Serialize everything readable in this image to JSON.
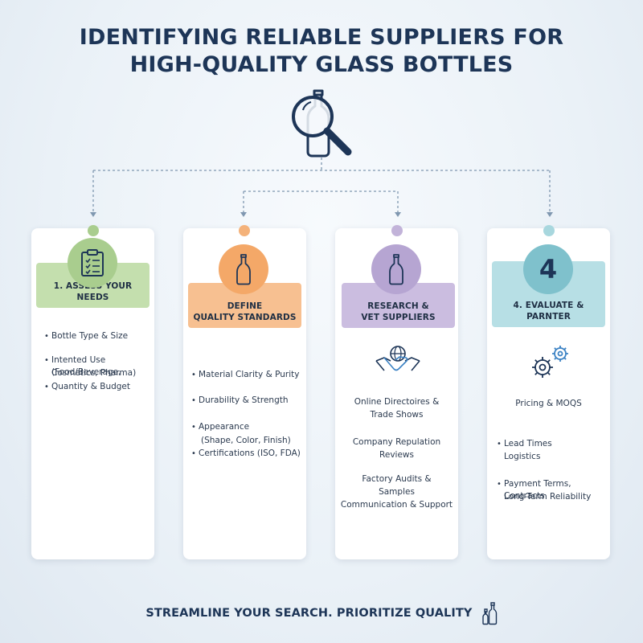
{
  "title": {
    "line1": "IDENTIFYING RELIABLE SUPPLIERS FOR",
    "line2": "HIGH-QUALITY GLASS BOTTLES"
  },
  "hero_icon": "magnifier-bottle-icon",
  "colors": {
    "title": "#1d3557",
    "step1": "#a9cd8e",
    "step2": "#f4b27a",
    "step3": "#c2b3d9",
    "step4": "#a8d7de"
  },
  "steps": [
    {
      "banner": "1. ASSESS YOUR NEEDS",
      "icon": "clipboard-checklist-icon",
      "items": [
        "Bottle Type & Size",
        "Intented Use (Food/Beverage,",
        "Cosmetics, Pharma)",
        "Quantity & Budget"
      ]
    },
    {
      "banner_line1": "DEFINE",
      "banner_line2": "QUALITY STANDARDS",
      "icon": "bottle-icon",
      "items": [
        "Material Clarity & Purity",
        "Durability & Strength",
        "Appearance",
        "(Shape, Color, Finish)",
        "Certifications (ISO, FDA)"
      ]
    },
    {
      "banner_line1": "RESEARCH &",
      "banner_line2": "VET SUPPLIERS",
      "icon": "bottle-icon",
      "secondary_icon": "globe-handshake-icon",
      "items": [
        "Online Directoires &",
        "Trade Shows",
        "Company Repulation",
        "Reviews",
        "Factory Audits &",
        "Samples",
        "Communication & Support"
      ]
    },
    {
      "badge": "4",
      "banner": "4. EVALUATE & PARNTER",
      "secondary_icon": "gears-icon",
      "items": [
        "Pricing & MOQS",
        "Lead Times",
        "Logistics",
        "Payment Terms, Contracts",
        "Long-Term Reliability"
      ]
    }
  ],
  "footer": {
    "text": "STREAMLINE YOUR SEARCH. PRIORITIZE QUALITY",
    "icon": "bottles-icon"
  }
}
